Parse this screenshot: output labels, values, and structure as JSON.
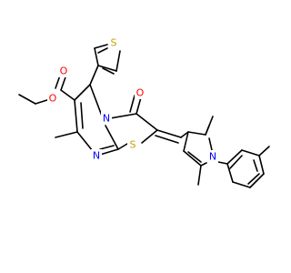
{
  "molecule": {
    "atoms": [
      {
        "id": "s_thio",
        "label": "S",
        "color": "#C8A000"
      },
      {
        "id": "o_ester1",
        "label": "O",
        "color": "#FF0000"
      },
      {
        "id": "o_ester2",
        "label": "O",
        "color": "#FF0000"
      },
      {
        "id": "n_fused",
        "label": "N",
        "color": "#0000FF"
      },
      {
        "id": "o_keto",
        "label": "O",
        "color": "#FF0000"
      },
      {
        "id": "s_ring",
        "label": "S",
        "color": "#C8A000"
      },
      {
        "id": "n_ring",
        "label": "N",
        "color": "#0000FF"
      },
      {
        "id": "n_pyrrole",
        "label": "N",
        "color": "#0000FF"
      }
    ]
  }
}
